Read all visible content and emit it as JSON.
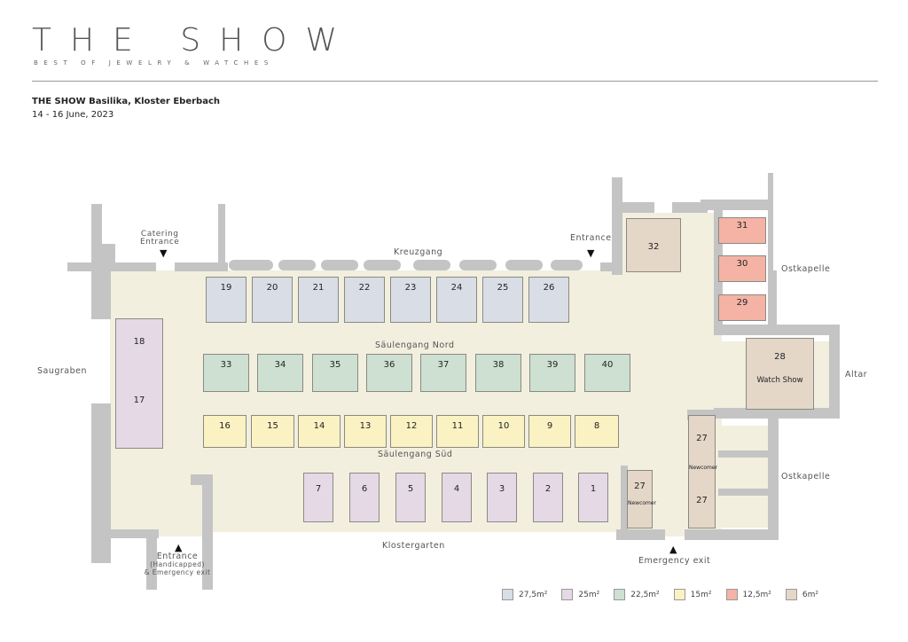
{
  "header": {
    "logo": "THE SHOW",
    "tagline": "BEST OF JEWELRY & WATCHES",
    "venue": "THE SHOW Basilika, Kloster Eberbach",
    "dates": "14 - 16 June, 2023"
  },
  "map_labels": {
    "catering_entrance": "Catering\nEntrance",
    "kreuzgang": "Kreuzgang",
    "entrance_top": "Entrance",
    "ostkapelle_top": "Ostkapelle",
    "saeulengang_nord": "Säulengang Nord",
    "saugraben": "Saugraben",
    "altar": "Altar",
    "saeulengang_sued": "Säulengang Süd",
    "ostkapelle_bottom": "Ostkapelle",
    "klostergarten": "Klostergarten",
    "entrance_handicapped_1": "Entrance",
    "entrance_handicapped_2": "(Handicapped)",
    "entrance_handicapped_3": "& Emergency exit",
    "emergency_exit": "Emergency exit",
    "arrow_down": "▼",
    "arrow_up": "▲"
  },
  "booths": {
    "b19": "19",
    "b20": "20",
    "b21": "21",
    "b22": "22",
    "b23": "23",
    "b24": "24",
    "b25": "25",
    "b26": "26",
    "b33": "33",
    "b34": "34",
    "b35": "35",
    "b36": "36",
    "b37": "37",
    "b38": "38",
    "b39": "39",
    "b40": "40",
    "b16": "16",
    "b15": "15",
    "b14": "14",
    "b13": "13",
    "b12": "12",
    "b11": "11",
    "b10": "10",
    "b9": "9",
    "b8": "8",
    "b7": "7",
    "b6": "6",
    "b5": "5",
    "b4": "4",
    "b3": "3",
    "b2": "2",
    "b1": "1",
    "b18": "18",
    "b17": "17",
    "b32": "32",
    "b31": "31",
    "b30": "30",
    "b29": "29",
    "b28": "28",
    "b28_label": "Watch Show",
    "b27": "27",
    "newcomer": "Newcomer"
  },
  "legend": [
    {
      "label": "27,5m²",
      "color": "#d9dde6"
    },
    {
      "label": "25m²",
      "color": "#e5d9e6"
    },
    {
      "label": "22,5m²",
      "color": "#cde0d2"
    },
    {
      "label": "15m²",
      "color": "#faf2c2"
    },
    {
      "label": "12,5m²",
      "color": "#f4b3a5"
    },
    {
      "label": "6m²",
      "color": "#e4d7c8"
    }
  ]
}
